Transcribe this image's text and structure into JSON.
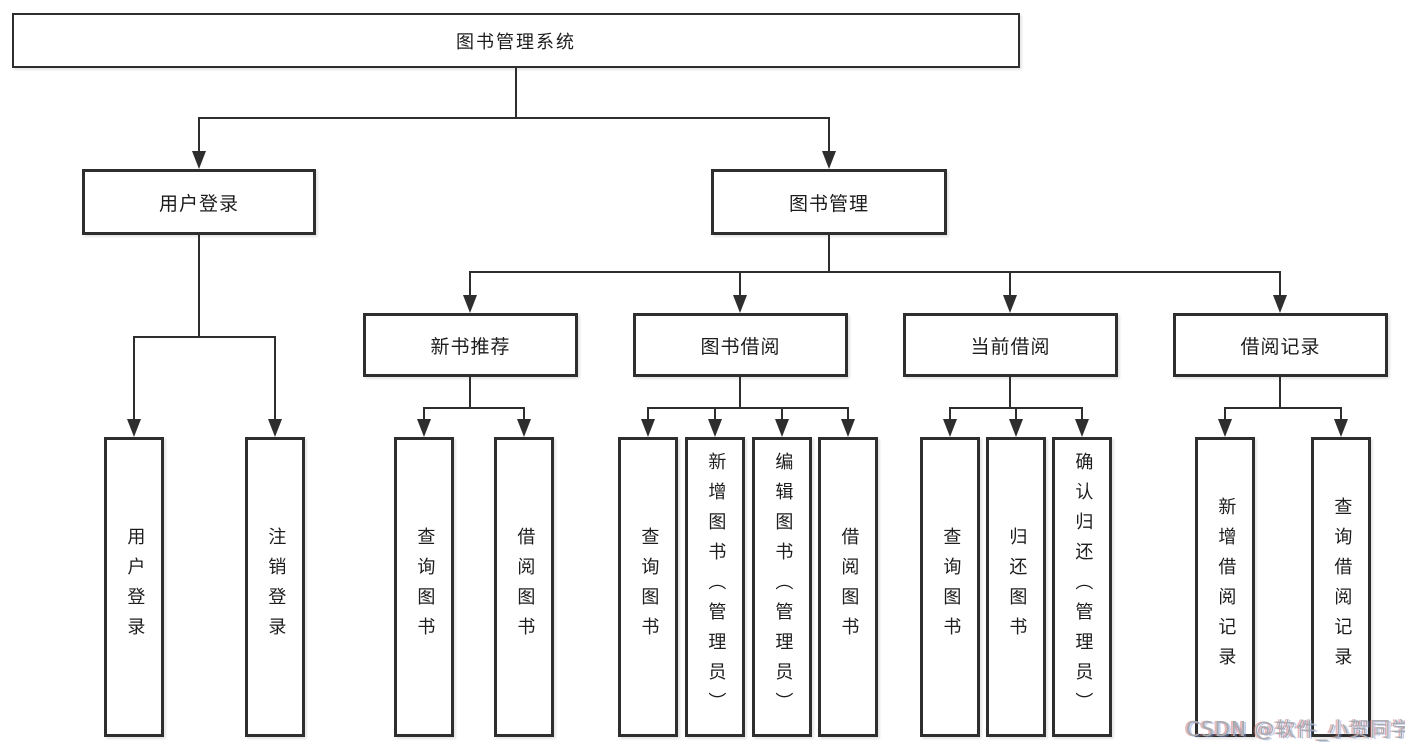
{
  "colors": {
    "line": "#2e2e2e",
    "text": "#1d1d1d",
    "box_fill": "#ffffff",
    "background": "#ffffff",
    "watermark": "#a6abb1"
  },
  "watermark": {
    "text": "CSDN @软件_小贺同学"
  },
  "tree": {
    "root": "图书管理系统",
    "children": [
      {
        "label": "用户登录",
        "children": [
          {
            "label": "用户登录"
          },
          {
            "label": "注销登录"
          }
        ]
      },
      {
        "label": "图书管理",
        "children": [
          {
            "label": "新书推荐",
            "children": [
              {
                "label": "查询图书"
              },
              {
                "label": "借阅图书"
              }
            ]
          },
          {
            "label": "图书借阅",
            "children": [
              {
                "label": "查询图书"
              },
              {
                "label": "新增图书（管理员）"
              },
              {
                "label": "编辑图书（管理员）"
              },
              {
                "label": "借阅图书"
              }
            ]
          },
          {
            "label": "当前借阅",
            "children": [
              {
                "label": "查询图书"
              },
              {
                "label": "归还图书"
              },
              {
                "label": "确认归还（管理员）"
              }
            ]
          },
          {
            "label": "借阅记录",
            "children": [
              {
                "label": "新增借阅记录"
              },
              {
                "label": "查询借阅记录"
              }
            ]
          }
        ]
      }
    ]
  }
}
